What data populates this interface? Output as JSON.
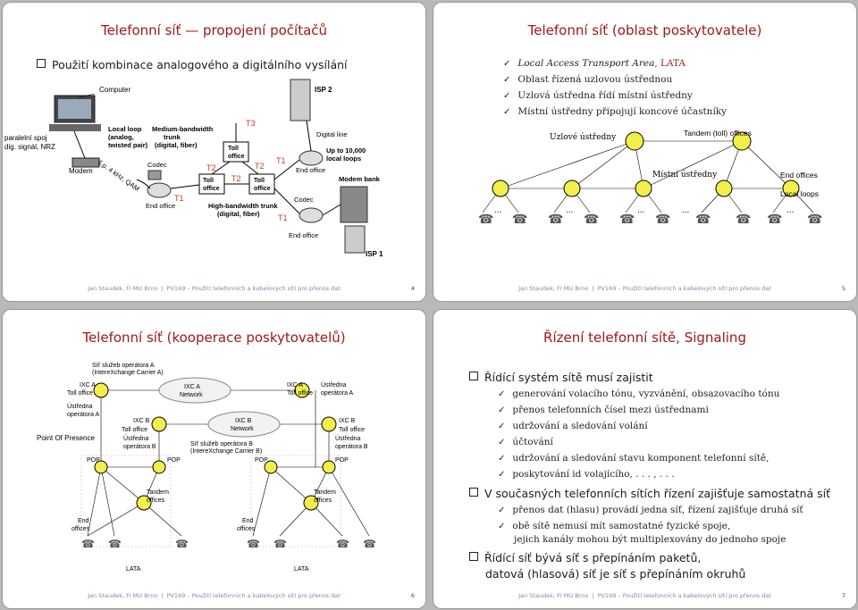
{
  "s1": {
    "title": "Telefonní síť — propojení počítačů",
    "bullet": "Použití kombinace analogového a digitálního vysílání",
    "diagram": {
      "computer": "Computer",
      "isp2": "ISP 2",
      "isp1": "ISP 1",
      "side_label1": "paralelní spoj",
      "side_label2": "dig. signál, NRZ",
      "local_loop": [
        "Local loop",
        "(analog,",
        "twisted pair)"
      ],
      "modem": "Modem",
      "rotated": "š.p. 4 kHz, QAM",
      "codec": "Codec",
      "end_office": "End office",
      "medium": [
        "Medium-bandwidth",
        "trunk",
        "(digital, fiber)"
      ],
      "t1": "T1",
      "t2": "T2",
      "t3": "T3",
      "toll_office": [
        "Toll",
        "office"
      ],
      "high": [
        "High-bandwidth trunk",
        "(digital, fiber)"
      ],
      "digital_line": "Digital line",
      "upto": [
        "Up to 10,000",
        "local loops"
      ],
      "modem_bank": "Modem bank"
    },
    "footer": {
      "author": "Jan Staudek, FI MU Brno",
      "course": "PV169 – Použití telefonních a kabelových sítí pro přenos dat",
      "page": "4"
    }
  },
  "s2": {
    "title": "Telefonní síť (oblast poskytovatele)",
    "items": [
      {
        "text": "Local Access Transport Area",
        "suffix": ", LATA"
      },
      {
        "text": "Oblast řízená uzlovou ústřednou"
      },
      {
        "text": "Uzlová ústředna řídí místní ústředny"
      },
      {
        "text": "Místní ústředny připojují koncové účastníky"
      }
    ],
    "diagram": {
      "uzlove": "Uzlové ústředny",
      "tandem": "Tandem (toll) offices",
      "mistni": "Místní ústředny",
      "end_offices": "End offices",
      "local_loops": "Local loops",
      "dots": "..."
    },
    "footer": {
      "author": "Jan Staudek, FI MU Brno",
      "course": "PV169 – Použití telefonních a kabelových sítí pro přenos dat",
      "page": "5"
    }
  },
  "s3": {
    "title": "Telefonní síť (kooperace poskytovatelů)",
    "diagram": {
      "network_a_top": [
        "Síť služeb operátora A",
        "(InterеXchange Carrier A)"
      ],
      "ixc_a_toll": [
        "IXC A",
        "Toll office"
      ],
      "ixc_a_network": [
        "IXC A",
        "Network"
      ],
      "ixc_a_toll2": [
        "IXC A",
        "Toll office"
      ],
      "ustredna_a": [
        "Ústředna",
        "operátora A"
      ],
      "ixc_b_toll": [
        "IXC B",
        "Toll office"
      ],
      "ustredna_b": [
        "Ústředna",
        "operátora B"
      ],
      "ixc_b_network": [
        "IXC B",
        "Network"
      ],
      "network_b": [
        "Síť služeb operátora B",
        "(InterеXchange Carrier B)"
      ],
      "pop_label": "Point Of Presence",
      "pop": "POP",
      "tandem": [
        "Tandem",
        "offices"
      ],
      "end": [
        "End",
        "offices"
      ],
      "lata": "LATA"
    },
    "footer": {
      "author": "Jan Staudek, FI MU Brno",
      "course": "PV169 – Použití telefonních a kabelových sítí pro přenos dat",
      "page": "6"
    }
  },
  "s4": {
    "title": "Řízení telefonní sítě, Signaling",
    "b1": "Řídící systém sítě musí zajistit",
    "b1_items": [
      "generování volacího tónu, vyzvánění, obsazovacího tónu",
      "přenos telefonních čísel mezi ústřednami",
      "udržování a sledování volání",
      "účtování",
      "udržování a sledování stavu komponent telefonní sítě,",
      "poskytování id volajícího, . . . , . . ."
    ],
    "b2": "V současných telefonních sítích řízení zajišťuje samostatná síť",
    "b2_items": [
      "přenos dat (hlasu) provádí jedna síť, řízení zajišťuje druhá síť",
      "obě sítě nemusí mít samostatné fyzické spoje,"
    ],
    "b2_cont": "jejich kanály mohou být multiplexovány do jednoho spoje",
    "b3_line1": "Řídící síť bývá síť s přepínáním paketů,",
    "b3_line2": "datová (hlasová) síť je síť s přepínáním okruhů",
    "footer": {
      "author": "Jan Staudek, FI MU Brno",
      "course": "PV169 – Použití telefonních a kabelových sítí pro přenos dat",
      "page": "7"
    }
  }
}
